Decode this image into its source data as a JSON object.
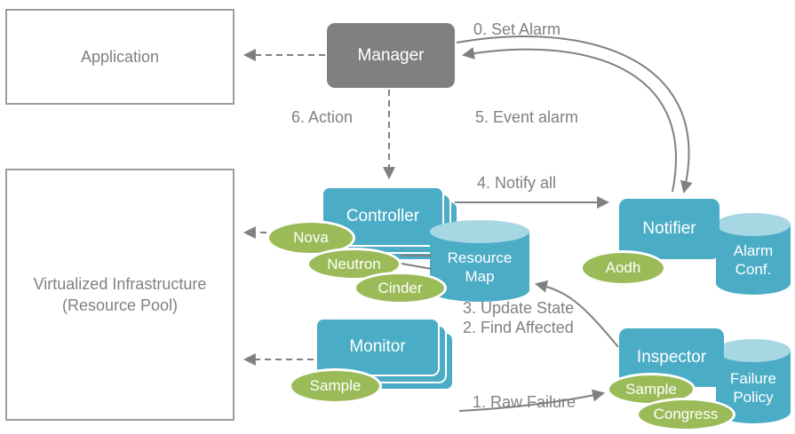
{
  "colors": {
    "teal": "#4BACC6",
    "teal_light": "#A8D7E4",
    "green": "#9BBB59",
    "gray": "#808080",
    "box_border": "#9E9E9E",
    "white": "#FFFFFF"
  },
  "nodes": {
    "application": "Application",
    "virtualized_infrastructure_line1": "Virtualized  Infrastructure",
    "virtualized_infrastructure_line2": "(Resource Pool)",
    "manager": "Manager",
    "controller": "Controller",
    "resource_map_line1": "Resource",
    "resource_map_line2": "Map",
    "notifier": "Notifier",
    "alarm_conf_line1": "Alarm",
    "alarm_conf_line2": "Conf.",
    "aodh": "Aodh",
    "nova": "Nova",
    "neutron": "Neutron",
    "cinder": "Cinder",
    "monitor": "Monitor",
    "monitor_sample": "Sample",
    "inspector": "Inspector",
    "failure_policy_line1": "Failure",
    "failure_policy_line2": "Policy",
    "inspector_sample": "Sample",
    "congress": "Congress"
  },
  "labels": {
    "set_alarm": "0. Set Alarm",
    "event_alarm": "5. Event alarm",
    "action": "6. Action",
    "notify_all": "4. Notify all",
    "update_state": "3. Update State",
    "find_affected": "2. Find Affected",
    "raw_failure": "1. Raw Failure"
  }
}
